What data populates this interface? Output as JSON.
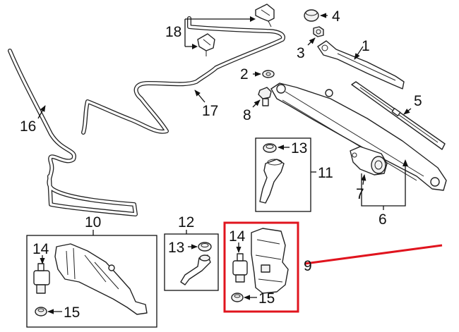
{
  "callouts": {
    "c1": "1",
    "c2": "2",
    "c3": "3",
    "c4": "4",
    "c5": "5",
    "c6": "6",
    "c7": "7",
    "c8": "8",
    "c9": "9",
    "c10": "10",
    "c11": "11",
    "c12": "12",
    "c13a": "13",
    "c13b": "13",
    "c14a": "14",
    "c14b": "14",
    "c15a": "15",
    "c15b": "15",
    "c16": "16",
    "c17": "17",
    "c18": "18"
  },
  "colors": {
    "highlight": "#e0141e",
    "line": "#222222",
    "background": "#ffffff"
  }
}
